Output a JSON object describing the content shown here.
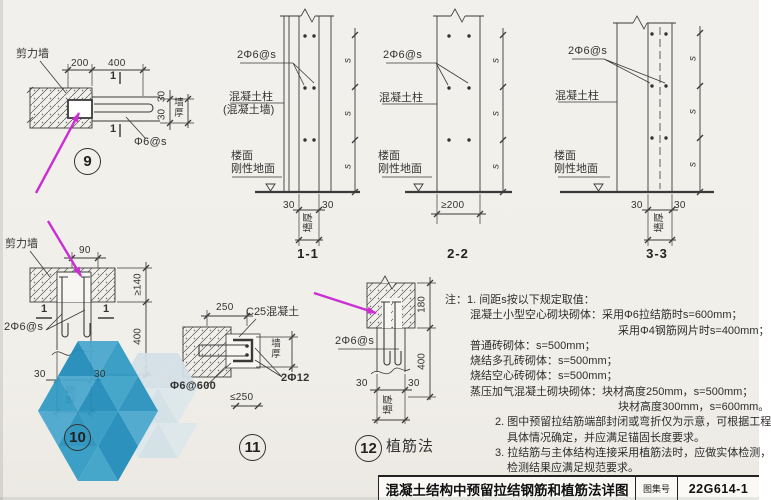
{
  "colors": {
    "paper": "#f1efea",
    "line": "#3a3a3a",
    "magenta": "#cb2ed2",
    "watermark_dark": "#2f9ac4",
    "watermark_light": "#d3e1e7"
  },
  "detail9": {
    "number": "9",
    "shear_wall": "剪力墙",
    "dim_200": "200",
    "dim_400": "400",
    "section_mark": "1",
    "rebar": "Φ6@s",
    "dim_30_top": "30",
    "dim_30_bottom": "30",
    "thick": "墙厚"
  },
  "section11": {
    "title": "1-1",
    "rebar": "2Φ6@s",
    "member": "混凝土柱",
    "member2": "(混凝土墙)",
    "floor": "楼面",
    "ground": "刚性地面",
    "s": "s",
    "dim_left": "30",
    "dim_right": "30",
    "thick": "墙厚"
  },
  "section22": {
    "title": "2-2",
    "rebar": "2Φ6@s",
    "member": "混凝土柱",
    "floor": "楼面",
    "ground": "刚性地面",
    "s": "s",
    "dim_bottom": "≥200"
  },
  "section33": {
    "title": "3-3",
    "rebar": "2Φ6@s",
    "member": "混凝土柱",
    "floor": "楼面",
    "ground": "刚性地面",
    "s": "s",
    "dim_left": "30",
    "dim_right": "30",
    "thick": "墙厚"
  },
  "detail10": {
    "number": "10",
    "shear_wall": "剪力墙",
    "dim_90": "90",
    "mark_left": "1",
    "mark_right": "1",
    "rebar": "2Φ6@s",
    "dim_ge140": "≥140",
    "dim_400": "400",
    "dim_30_left": "30",
    "dim_30_right": "30",
    "thick": "墙厚"
  },
  "detail11": {
    "number": "11",
    "dim_250": "250",
    "concrete": "C25混凝土",
    "thick": "墙厚",
    "bars": "2Φ12",
    "stirrup": "Φ6@600",
    "dim_le250": "≤250"
  },
  "detail12": {
    "number": "12",
    "caption": "植筋法",
    "rebar": "2Φ6@s",
    "dim_180": "180",
    "dim_400": "400",
    "dim_30_left": "30",
    "dim_30_right": "30",
    "thick": "墙厚"
  },
  "notes": {
    "lines": [
      "注：1.  间距s按以下规定取值：",
      "混凝土小型空心砌块砌体：采用Φ6拉结筋时s=600mm；",
      "采用Φ4钢筋网片时s=400mm；",
      "普通砖砌体：s=500mm；",
      "烧结多孔砖砌体：s=500mm；",
      "烧结空心砖砌体：s=500mm；",
      "蒸压加气混凝土砌块砌体：块材高度250mm，s=500mm；",
      "块材高度300mm，s=600mm。",
      "2.  图中预留拉结筋端部封闭或弯折仅为示意，可根据工程",
      "具体情况确定，并应满足锚固长度要求。",
      "3.  拉结筋与主体结构连接采用植筋法时，应做实体检测，",
      "检测结果应满足规范要求。"
    ]
  },
  "titlebar": {
    "title": "混凝土结构中预留拉结钢筋和植筋法详图",
    "atlas_label": "图集号",
    "atlas_number": "22G614-1"
  }
}
